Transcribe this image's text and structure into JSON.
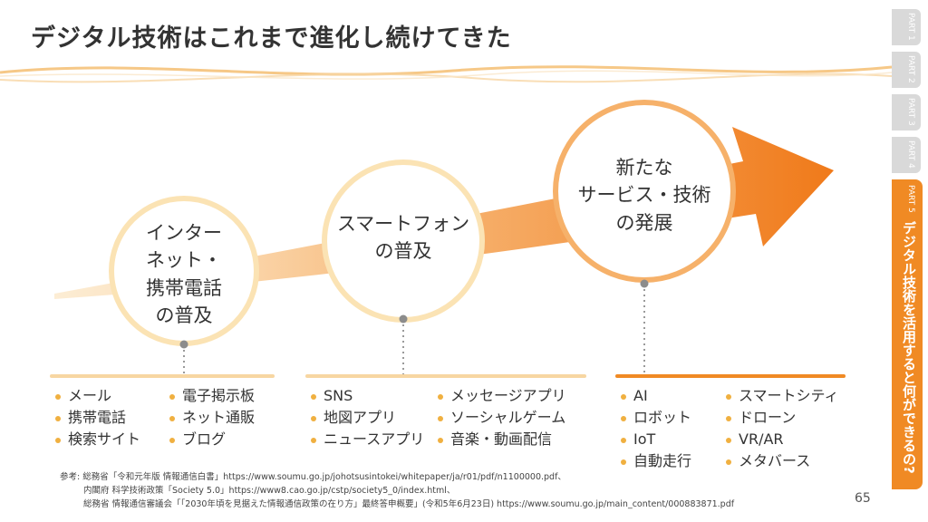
{
  "title": "デジタル技術はこれまで進化し続けてきた",
  "colors": {
    "orange": "#f08a24",
    "light_orange": "#f7c98a",
    "bullet": "#f0b040",
    "tab_gray": "#d9d9d9"
  },
  "circles": [
    {
      "lines": [
        "インター",
        "ネット・",
        "携帯電話",
        "の普及"
      ]
    },
    {
      "lines": [
        "スマートフォン",
        "の普及"
      ]
    },
    {
      "lines": [
        "新たな",
        "サービス・技術",
        "の発展"
      ]
    }
  ],
  "groups": [
    {
      "columns": [
        [
          "メール",
          "携帯電話",
          "検索サイト"
        ],
        [
          "電子掲示板",
          "ネット通販",
          "ブログ"
        ]
      ]
    },
    {
      "columns": [
        [
          "SNS",
          "地図アプリ",
          "ニュースアプリ"
        ],
        [
          "メッセージアプリ",
          "ソーシャルゲーム",
          "音楽・動画配信"
        ]
      ]
    },
    {
      "columns": [
        [
          "AI",
          "ロボット",
          "IoT",
          "自動走行"
        ],
        [
          "スマートシティ",
          "ドローン",
          "VR/AR",
          "メタバース"
        ]
      ]
    }
  ],
  "references": [
    "参考: 総務省「令和元年版 情報通信白書」https://www.soumu.go.jp/johotsusintokei/whitepaper/ja/r01/pdf/n1100000.pdf、",
    "内閣府 科学技術政策「Society 5.0」https://www8.cao.go.jp/cstp/society5_0/index.html、",
    "総務省 情報通信審議会「「2030年頃を見据えた情報通信政策の在り方」最終答申概要」(令和5年6月23日) https://www.soumu.go.jp/main_content/000883871.pdf"
  ],
  "page_number": "65",
  "sidebar": {
    "tabs": [
      "PART 1",
      "PART 2",
      "PART 3",
      "PART 4"
    ],
    "active_tab": "PART 5",
    "active_title": "デジタル技術を活用すると何ができるの?"
  }
}
